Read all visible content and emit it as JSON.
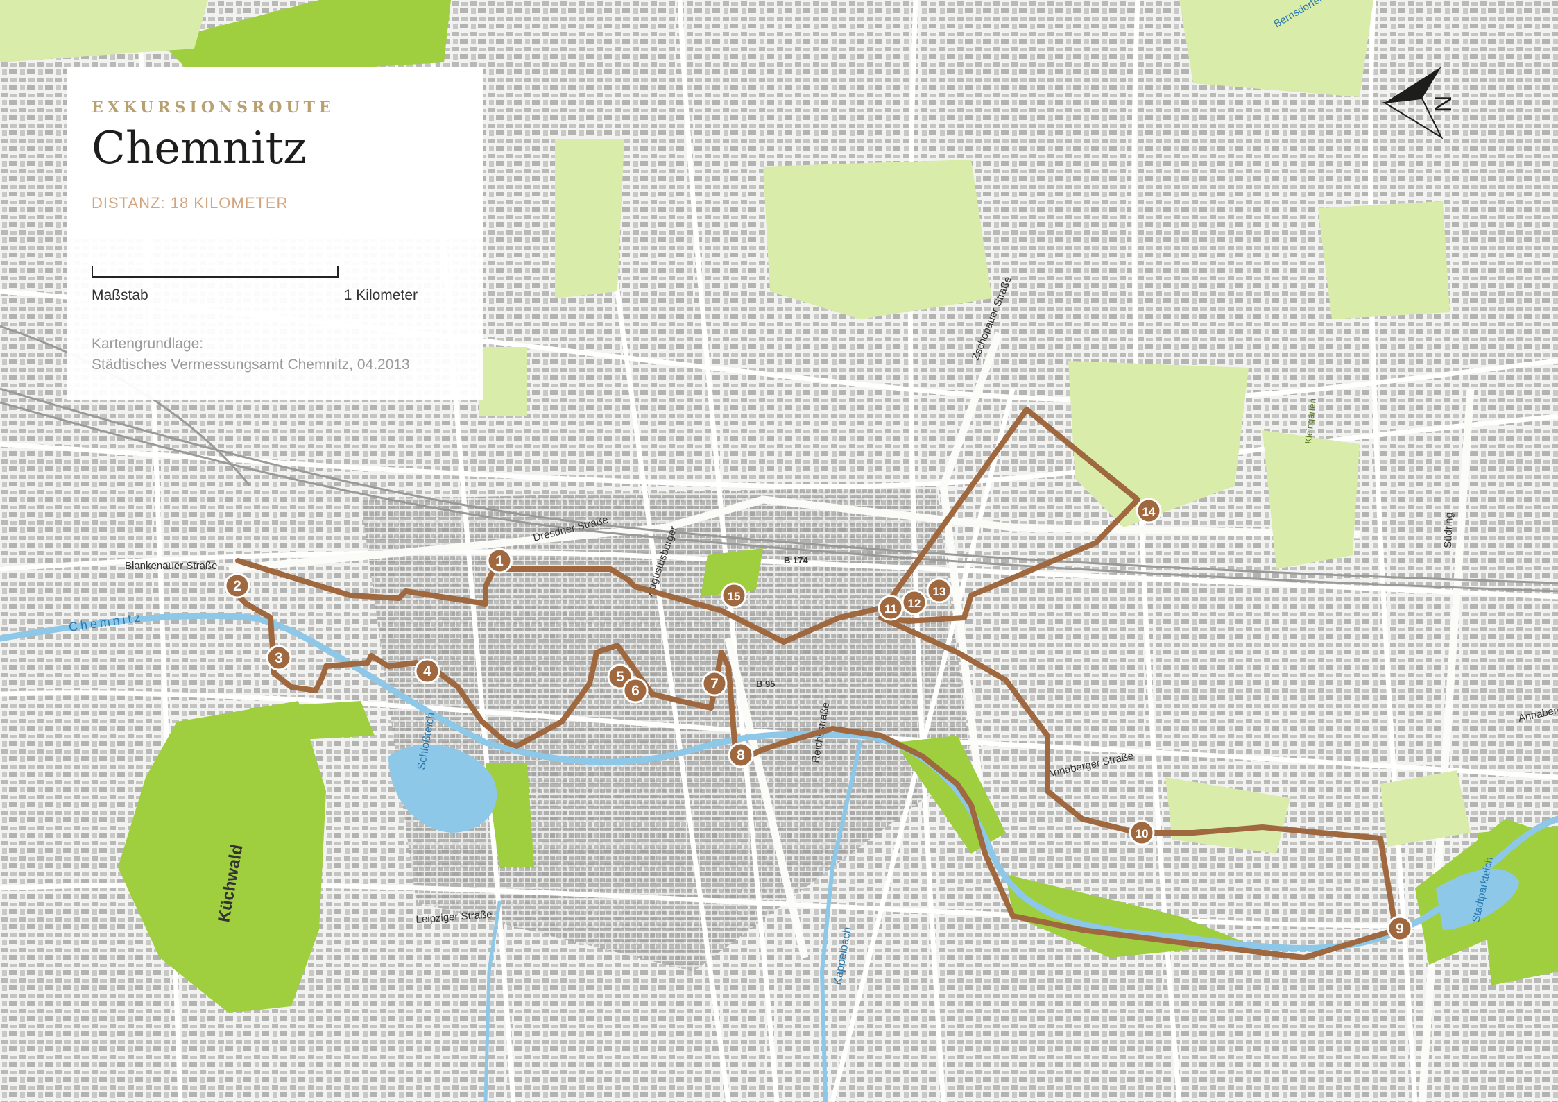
{
  "title_block": {
    "eyebrow": "EXKURSIONSROUTE",
    "city": "Chemnitz",
    "distance": "DISTANZ: 18 KILOMETER"
  },
  "scale": {
    "label": "Maßstab",
    "value": "1 Kilometer"
  },
  "source": {
    "line1": "Kartengrundlage:",
    "line2": "Städtisches Vermessungsamt Chemnitz, 04.2013"
  },
  "north_label": "N",
  "route": {
    "color": "#a0683e",
    "markers": [
      "1",
      "2",
      "3",
      "4",
      "5",
      "6",
      "7",
      "8",
      "9",
      "10",
      "11",
      "12",
      "13",
      "14",
      "15"
    ]
  },
  "map_labels": {
    "kuechwald": "Küchwald",
    "schlossteich": "Schloßteich",
    "chemnitz_river": "Chemnitz",
    "kappelbach": "Kappelbach",
    "stadtparkteich": "Stadtparkteich",
    "bernsdorfer": "Bernsdorfer",
    "blankenauer": "Blankenauer Straße",
    "zschopauer": "Zschopauer Straße",
    "annaberger": "Annaberger Straße",
    "reichsstr": "Reichsstraße",
    "leipziger": "Leipziger Straße",
    "augustusburger": "Augustusburger",
    "dresdner": "Dresdner Straße",
    "suedring": "Südring",
    "b95": "B 95",
    "b174": "B 174",
    "kleingaerten": "Kleingärten",
    "annaberg": "Annaberg"
  },
  "colors": {
    "background": "#f2f2f0",
    "green": "#b5d96a",
    "green_light": "#d9ecaa",
    "water": "#8ec8e8",
    "building": "#a8a8a6",
    "route": "#a0683e",
    "eyebrow": "#b8a070",
    "distance": "#d3a57f"
  }
}
